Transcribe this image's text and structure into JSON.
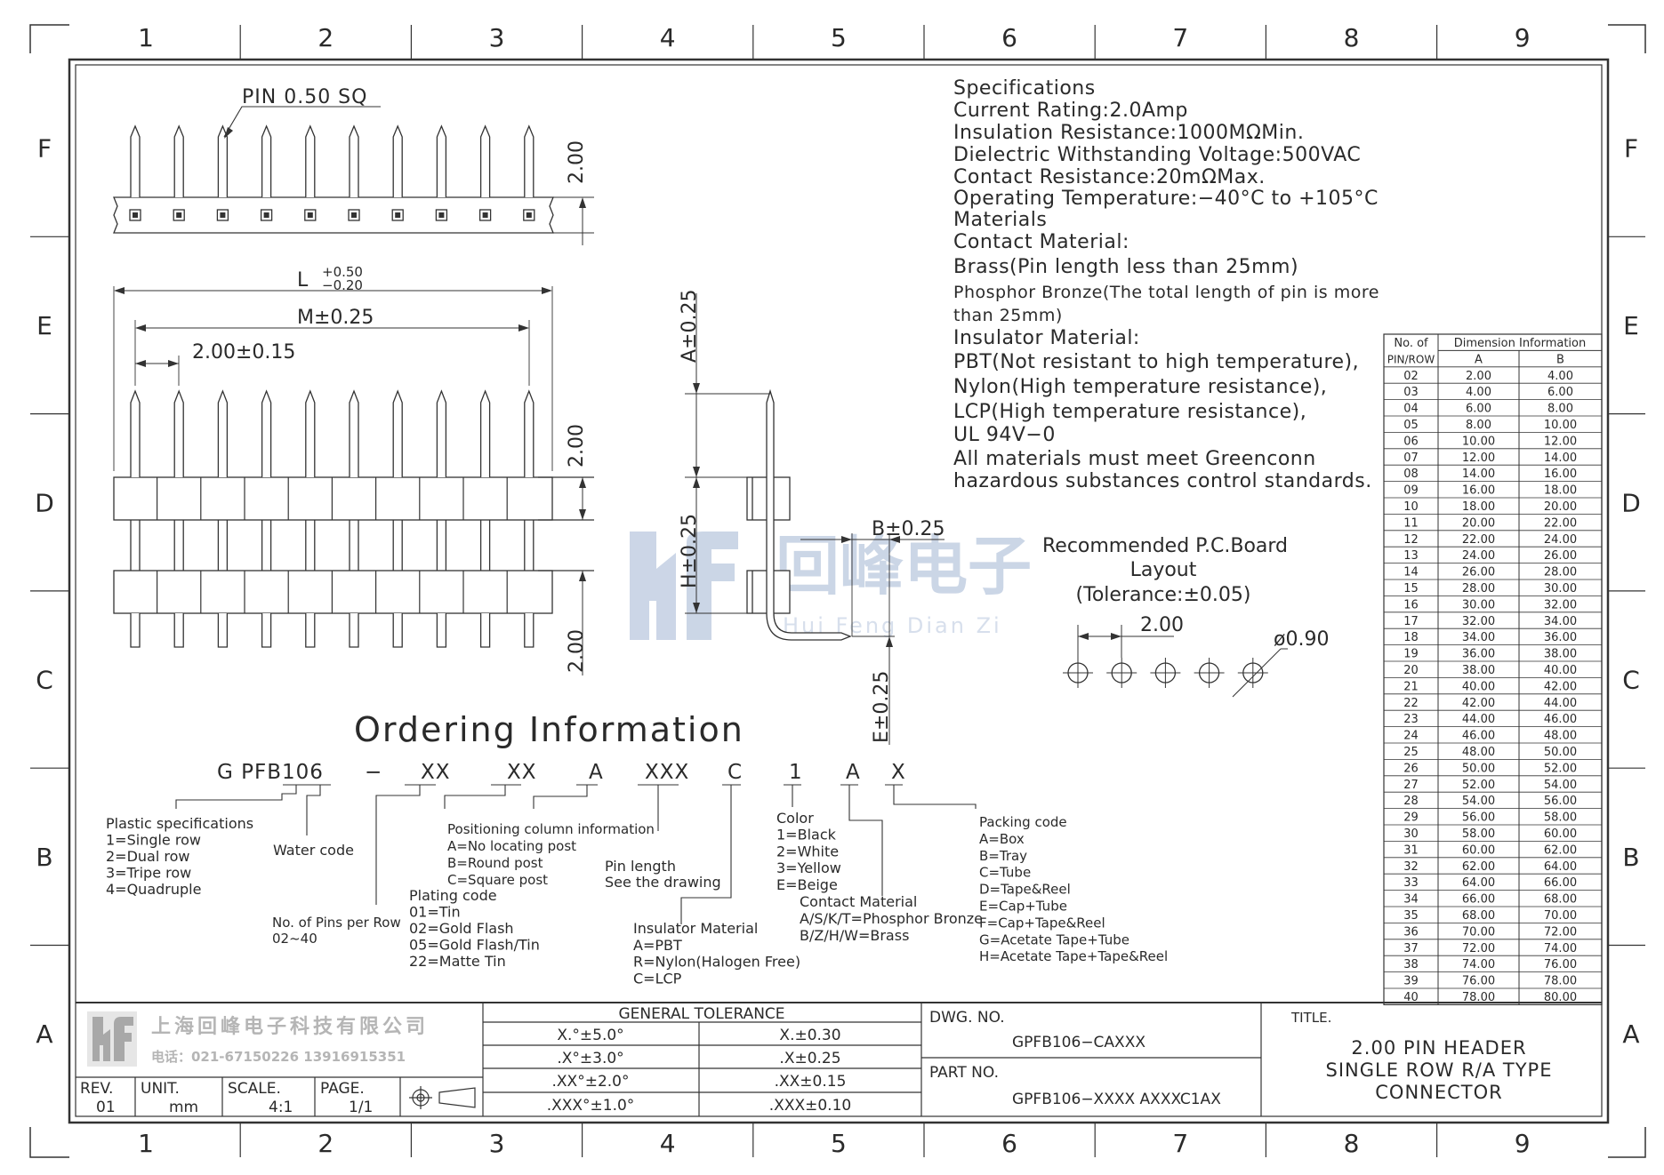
{
  "border": {
    "columns": [
      "1",
      "2",
      "3",
      "4",
      "5",
      "6",
      "7",
      "8",
      "9"
    ],
    "rows": [
      "F",
      "E",
      "D",
      "C",
      "B",
      "A"
    ]
  },
  "top_view": {
    "pin_label": "PIN 0.50 SQ",
    "height_dim": "2.00"
  },
  "front_view": {
    "length_label": "L",
    "length_tol_plus": "+0.50",
    "length_tol_minus": "−0.20",
    "m_label": "M±0.25",
    "pitch_label": "2.00±0.15",
    "dim_upper": "2.00",
    "dim_lower": "2.00"
  },
  "side_view": {
    "a_label": "A±0.25",
    "h_label": "H±0.25",
    "b_label": "B±0.25",
    "e_label": "E±0.25"
  },
  "watermark": {
    "cn": "回峰电子",
    "pinyin": "Hui Feng Dian Zi"
  },
  "specifications": [
    "Specifications",
    "Current Rating:2.0Amp",
    "Insulation Resistance:1000MΩMin.",
    "Dielectric Withstanding Voltage:500VAC",
    "Contact Resistance:20mΩMax.",
    "Operating Temperature:−40°C to +105°C",
    "Materials",
    "Contact Material:",
    "Brass(Pin length less than 25mm)",
    "Phosphor Bronze(The total length of pin is more",
    "than 25mm)",
    "Insulator Material:",
    "PBT(Not resistant to high temperature),",
    "Nylon(High temperature resistance),",
    "LCP(High temperature resistance),",
    "UL 94V−0",
    "All materials must meet Greenconn",
    "hazardous substances control standards."
  ],
  "pcb_layout": {
    "title1": "Recommended P.C.Board",
    "title2": "Layout",
    "tolerance": "(Tolerance:±0.05)",
    "pitch": "2.00",
    "hole": "ø0.90"
  },
  "ordering": {
    "title": "Ordering Information",
    "code_parts": [
      "G PFB106",
      "−",
      "XX",
      "XX",
      "A",
      "XXX",
      "C",
      "1",
      "A",
      "X"
    ],
    "plastic": [
      "Plastic specifications",
      "1=Single row",
      "2=Dual row",
      "3=Tripe row",
      "4=Quadruple"
    ],
    "water": [
      "Water code"
    ],
    "pins_per_row": [
      "No. of Pins per Row",
      "02~40"
    ],
    "plating": [
      "Plating code",
      "01=Tin",
      "02=Gold Flash",
      "05=Gold Flash/Tin",
      "22=Matte Tin"
    ],
    "positioning": [
      "Positioning column information",
      "A=No locating post",
      "B=Round post",
      "C=Square post"
    ],
    "pin_length": [
      "Pin length",
      "See the drawing"
    ],
    "insulator": [
      "Insulator Material",
      "A=PBT",
      "R=Nylon(Halogen Free)",
      "C=LCP"
    ],
    "color": [
      "Color",
      "1=Black",
      "2=White",
      "3=Yellow",
      "E=Beige"
    ],
    "contact": [
      "Contact Material",
      "A/S/K/T=Phosphor Bronze",
      "B/Z/H/W=Brass"
    ],
    "packing": [
      "Packing code",
      "A=Box",
      "B=Tray",
      "C=Tube",
      "D=Tape&Reel",
      "E=Cap+Tube",
      "F=Cap+Tape&Reel",
      "G=Acetate Tape+Tube",
      "H=Acetate Tape+Tape&Reel"
    ]
  },
  "dimension_table": {
    "header_count": "No. of",
    "header_info": "Dimension Information",
    "sub_pin": "PIN/ROW",
    "sub_a": "A",
    "sub_b": "B",
    "rows": [
      [
        "02",
        "2.00",
        "4.00"
      ],
      [
        "03",
        "4.00",
        "6.00"
      ],
      [
        "04",
        "6.00",
        "8.00"
      ],
      [
        "05",
        "8.00",
        "10.00"
      ],
      [
        "06",
        "10.00",
        "12.00"
      ],
      [
        "07",
        "12.00",
        "14.00"
      ],
      [
        "08",
        "14.00",
        "16.00"
      ],
      [
        "09",
        "16.00",
        "18.00"
      ],
      [
        "10",
        "18.00",
        "20.00"
      ],
      [
        "11",
        "20.00",
        "22.00"
      ],
      [
        "12",
        "22.00",
        "24.00"
      ],
      [
        "13",
        "24.00",
        "26.00"
      ],
      [
        "14",
        "26.00",
        "28.00"
      ],
      [
        "15",
        "28.00",
        "30.00"
      ],
      [
        "16",
        "30.00",
        "32.00"
      ],
      [
        "17",
        "32.00",
        "34.00"
      ],
      [
        "18",
        "34.00",
        "36.00"
      ],
      [
        "19",
        "36.00",
        "38.00"
      ],
      [
        "20",
        "38.00",
        "40.00"
      ],
      [
        "21",
        "40.00",
        "42.00"
      ],
      [
        "22",
        "42.00",
        "44.00"
      ],
      [
        "23",
        "44.00",
        "46.00"
      ],
      [
        "24",
        "46.00",
        "48.00"
      ],
      [
        "25",
        "48.00",
        "50.00"
      ],
      [
        "26",
        "50.00",
        "52.00"
      ],
      [
        "27",
        "52.00",
        "54.00"
      ],
      [
        "28",
        "54.00",
        "56.00"
      ],
      [
        "29",
        "56.00",
        "58.00"
      ],
      [
        "30",
        "58.00",
        "60.00"
      ],
      [
        "31",
        "60.00",
        "62.00"
      ],
      [
        "32",
        "62.00",
        "64.00"
      ],
      [
        "33",
        "64.00",
        "66.00"
      ],
      [
        "34",
        "66.00",
        "68.00"
      ],
      [
        "35",
        "68.00",
        "70.00"
      ],
      [
        "36",
        "70.00",
        "72.00"
      ],
      [
        "37",
        "72.00",
        "74.00"
      ],
      [
        "38",
        "74.00",
        "76.00"
      ],
      [
        "39",
        "76.00",
        "78.00"
      ],
      [
        "40",
        "78.00",
        "80.00"
      ]
    ]
  },
  "title_block": {
    "company_cn": "上海回峰电子科技有限公司",
    "phone": "电话：021-67150226  13916915351",
    "rev_label": "REV.",
    "rev_value": "01",
    "unit_label": "UNIT.",
    "unit_value": "mm",
    "scale_label": "SCALE.",
    "scale_value": "4:1",
    "page_label": "PAGE.",
    "page_value": "1/1",
    "tolerance_title": "GENERAL TOLERANCE",
    "tolerance_rows": [
      [
        "X.°±5.0°",
        "X.±0.30"
      ],
      [
        ".X°±3.0°",
        ".X±0.25"
      ],
      [
        ".XX°±2.0°",
        ".XX±0.15"
      ],
      [
        ".XXX°±1.0°",
        ".XXX±0.10"
      ]
    ],
    "dwg_label": "DWG. NO.",
    "dwg_value": "GPFB106−CAXXX",
    "part_label": "PART NO.",
    "part_value": "GPFB106−XXXX AXXXC1AX",
    "title_label": "TITLE.",
    "title_lines": [
      "2.00 PIN HEADER",
      "SINGLE ROW R/A TYPE",
      "CONNECTOR"
    ]
  }
}
